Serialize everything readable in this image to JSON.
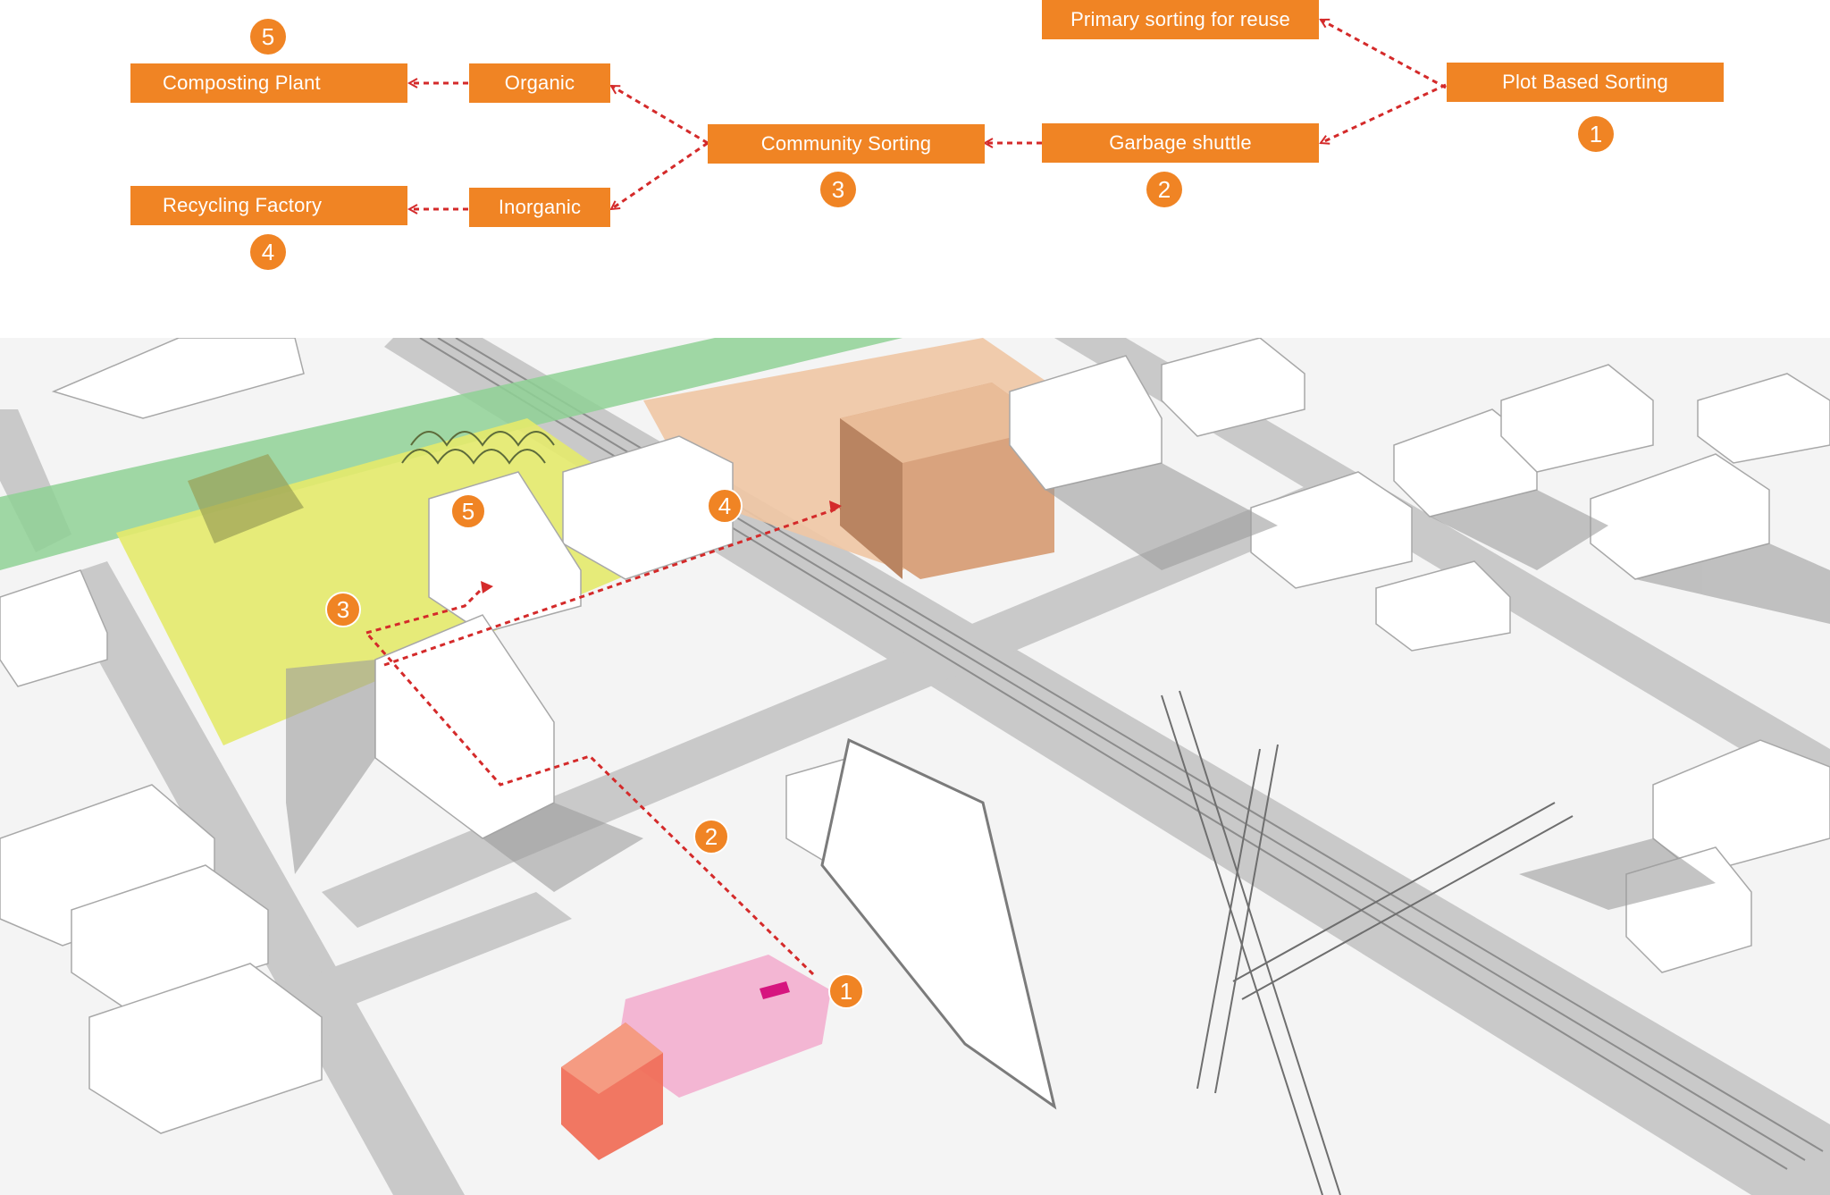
{
  "flow": {
    "plot_based_sorting": "Plot Based Sorting",
    "primary_sorting_for_reuse": "Primary sorting for reuse",
    "garbage_shuttle": "Garbage shuttle",
    "community_sorting": "Community Sorting",
    "organic": "Organic",
    "inorganic": "Inorganic",
    "composting_plant": "Composting Plant",
    "recycling_factory": "Recycling Factory"
  },
  "steps": {
    "one": "1",
    "two": "2",
    "three": "3",
    "four": "4",
    "five": "5"
  },
  "colors": {
    "accent_orange": "#f08424",
    "route_red": "#d42a2a",
    "green_corridor": "#8fd195",
    "yellow_site": "#e4ea6c",
    "peach_site": "#efc6a4",
    "pink_plot": "#f2aacd",
    "red_block": "#f0705a",
    "magenta_marker": "#d6157f",
    "road_gray": "#c9c9c9",
    "building_gray": "#9d9d9d"
  }
}
